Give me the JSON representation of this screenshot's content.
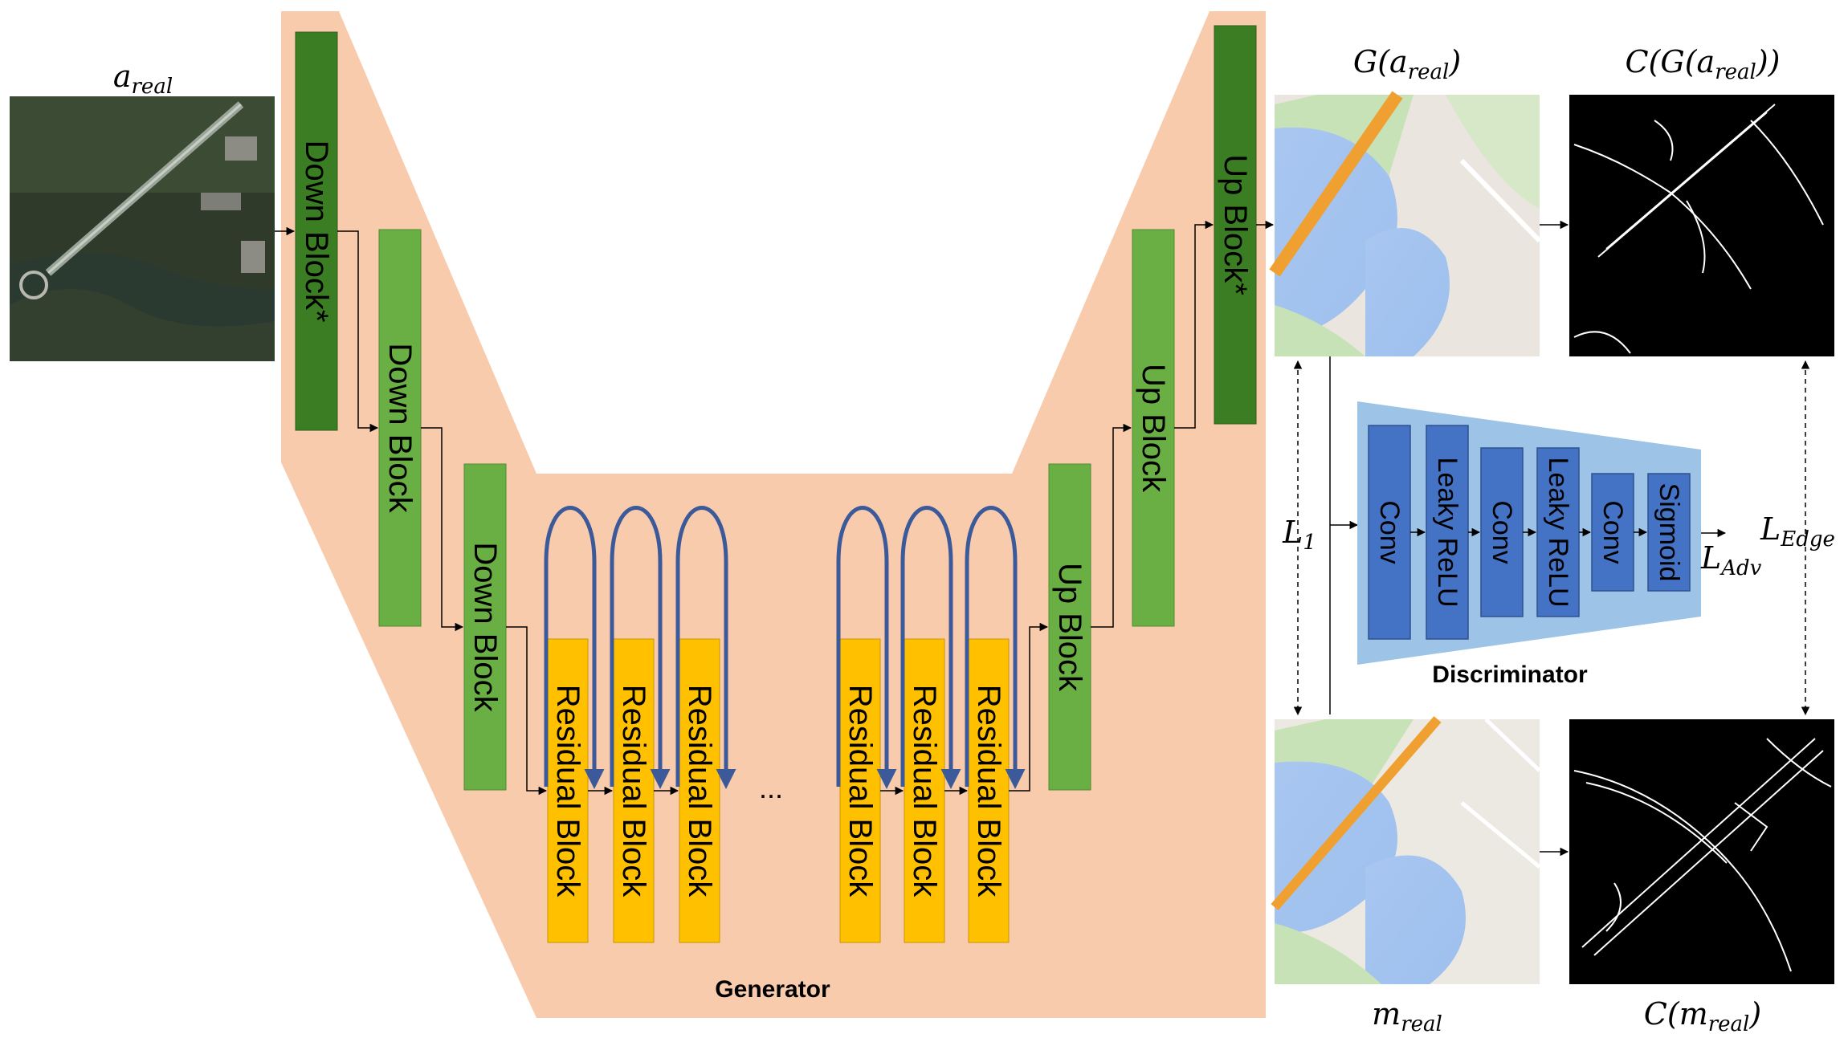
{
  "labels": {
    "a_real": "a",
    "a_real_sub": "real",
    "g_prefix": "G(a",
    "g_sub": "real",
    "g_suffix": ")",
    "c_g_prefix": "C(G(a",
    "c_g_sub": "real",
    "c_g_suffix": "))",
    "m_real": "m",
    "m_real_sub": "real",
    "c_m_prefix": "C(m",
    "c_m_sub": "real",
    "c_m_suffix": ")",
    "l1": "L",
    "l1_sub": "1",
    "l_adv": "L",
    "l_adv_sub": "Adv",
    "l_edge": "L",
    "l_edge_sub": "Edge",
    "ellipsis": "..."
  },
  "generator": {
    "caption": "Generator",
    "down_blocks": [
      "Down Block*",
      "Down Block",
      "Down Block"
    ],
    "residual_blocks": [
      "Residual Block",
      "Residual Block",
      "Residual Block",
      "Residual Block",
      "Residual Block",
      "Residual Block"
    ],
    "up_blocks": [
      "Up Block",
      "Up Block",
      "Up Block*"
    ]
  },
  "discriminator": {
    "caption": "Discriminator",
    "layers": [
      "Conv",
      "Leaky ReLU",
      "Conv",
      "Leaky ReLU",
      "Conv",
      "Sigmoid"
    ]
  },
  "colors": {
    "generator_bg": "#F8CBAD",
    "down_dark": "#3A7D22",
    "block_green": "#6AAF44",
    "residual_yellow": "#FFC000",
    "skip_arrow": "#3C5A9A",
    "disc_bg": "#9DC3E6",
    "disc_block": "#4472C4"
  }
}
